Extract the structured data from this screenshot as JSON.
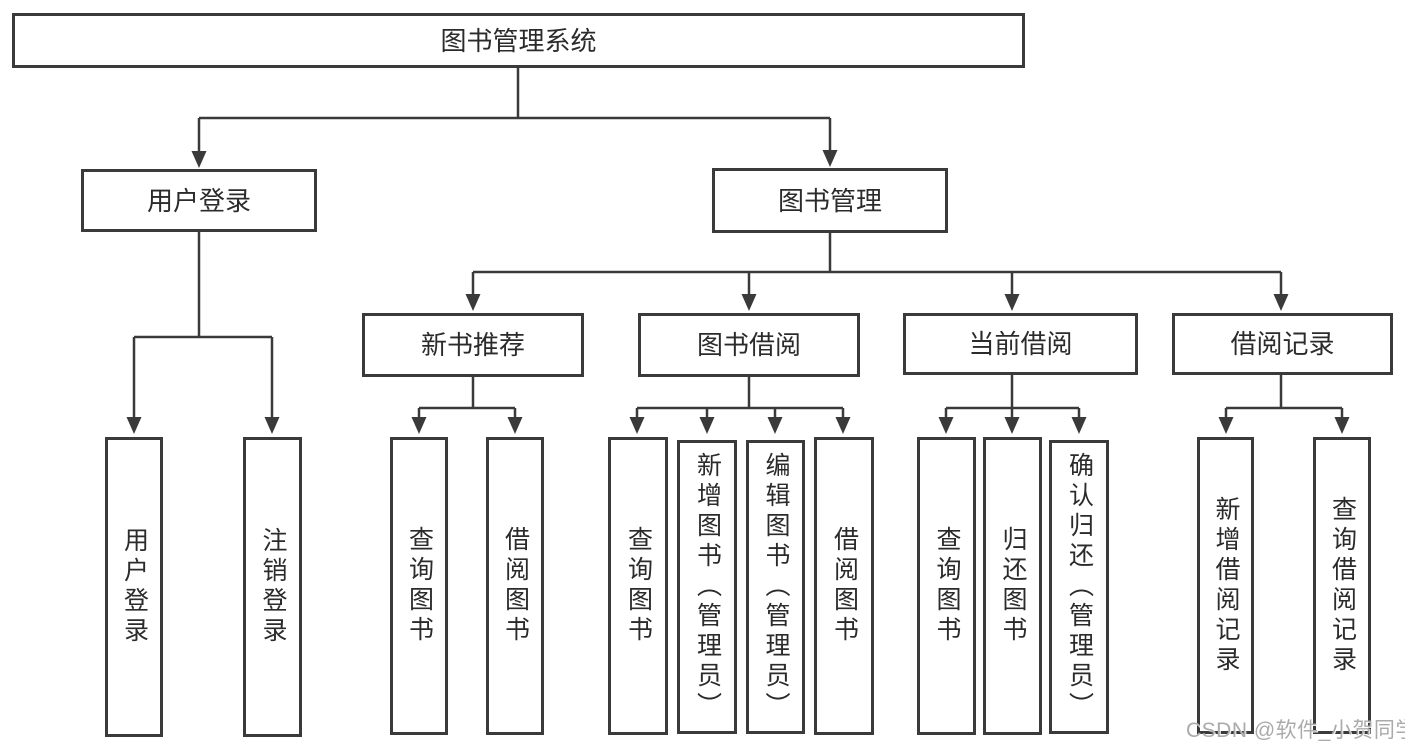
{
  "colors": {
    "line": "#3a3a3a",
    "box_border": "#3a3a3a",
    "text": "#2b2b2b",
    "background": "#ffffff",
    "watermark_text": "#ababab"
  },
  "diagram": {
    "title": "图书管理系统",
    "user_login": {
      "label": "用户登录",
      "children": {
        "login": "用户登录",
        "logout": "注销登录"
      }
    },
    "book_mgmt": {
      "label": "图书管理",
      "new_books": {
        "label": "新书推荐",
        "children": {
          "query": "查询图书",
          "borrow": "借阅图书"
        }
      },
      "borrowing": {
        "label": "图书借阅",
        "children": {
          "query": "查询图书",
          "add": "新增图书（管理员）",
          "edit": "编辑图书（管理员）",
          "borrow": "借阅图书"
        }
      },
      "current": {
        "label": "当前借阅",
        "children": {
          "query": "查询图书",
          "return": "归还图书",
          "confirm": "确认归还（管理员）"
        }
      },
      "records": {
        "label": "借阅记录",
        "children": {
          "add": "新增借阅记录",
          "query": "查询借阅记录"
        }
      }
    }
  },
  "watermark": {
    "text": "CSDN @软件_小贺同学"
  }
}
